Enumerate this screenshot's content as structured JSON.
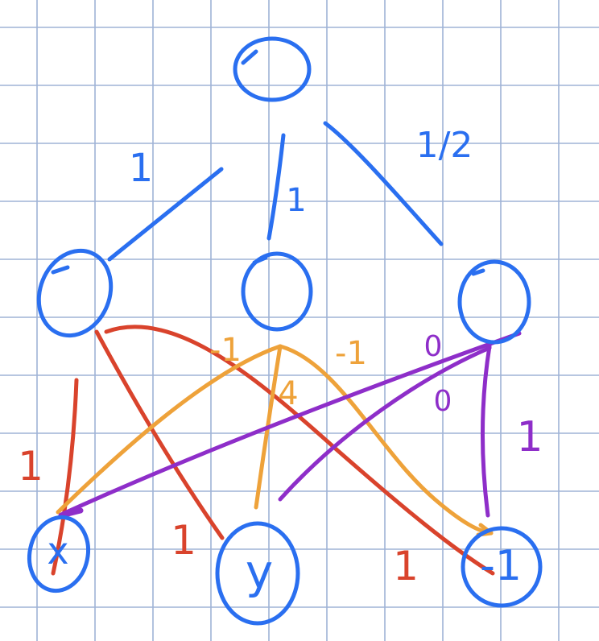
{
  "colors": {
    "grid": "#9fb3d6",
    "blue": "#2a6ff0",
    "red": "#d9432c",
    "orange": "#eea23a",
    "purple": "#8e2ec9"
  },
  "top_edges": {
    "left_weight": "1",
    "middle_weight": "1",
    "right_weight": "1/2"
  },
  "hidden_nodes": {
    "left_label": "",
    "middle_label": "",
    "right_label": ""
  },
  "output_nodes": {
    "left_label": "x",
    "middle_label": "y",
    "right_label": "-1"
  },
  "red_weights": {
    "left": "1",
    "middle": "1",
    "right": "1"
  },
  "orange_weights": {
    "left": "-1",
    "middle": "4",
    "right": "-1"
  },
  "purple_weights": {
    "top": "0",
    "middle": "0",
    "right": "1"
  }
}
